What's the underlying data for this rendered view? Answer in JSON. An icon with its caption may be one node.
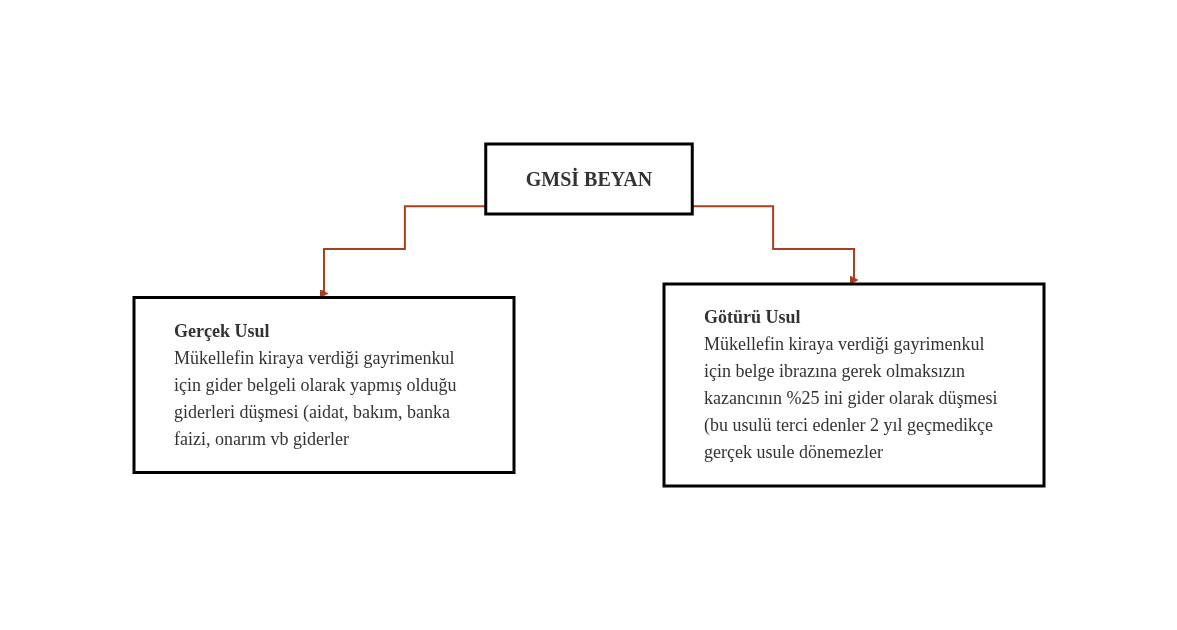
{
  "diagram": {
    "nodes": [
      {
        "text": [
          "GMSİ BEYAN"
        ]
      },
      {
        "text": [
          "Gerçek Usul",
          "Mükellefin kiraya verdiği gayrimenkul için gider belgeli olarak yapmış olduğu giderleri düşmesi (aidat, bakım, banka faizi, onarım vb giderler"
        ]
      },
      {
        "text": [
          "Götürü Usul",
          "Mükellefin kiraya verdiği gayrimenkul için belge ibrazına gerek olmaksızın kazancının %25 ini gider olarak düşmesi (bu usulü terci edenler 2 yıl geçmedikçe gerçek usule dönemezler"
        ]
      }
    ],
    "edges": [
      {
        "from": 0,
        "to": 1,
        "arrow": "to",
        "color": "#a8401c"
      },
      {
        "from": 0,
        "to": 2,
        "arrow": "to",
        "color": "#a8401c"
      }
    ]
  }
}
